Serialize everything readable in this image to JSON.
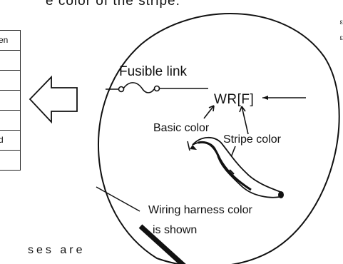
{
  "header_text": "e color of the stripe.",
  "table": {
    "rows": [
      "en",
      "",
      "",
      "",
      "",
      "d",
      ""
    ]
  },
  "labels": {
    "fusible_link": "Fusible link",
    "wire_code": "WR[F]",
    "basic_color": "Basic color",
    "stripe_color": "Stripe color",
    "wiring_line1": "Wiring harness color",
    "wiring_line2": "is shown",
    "bottom_fragment": "ses are"
  },
  "right_edge_marks": [
    "ε",
    "ε"
  ]
}
